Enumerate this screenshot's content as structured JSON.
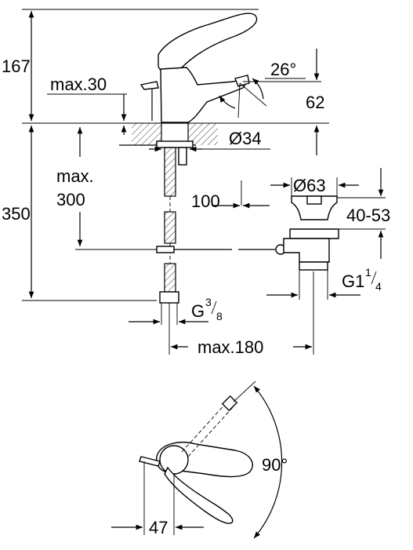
{
  "dimensions": {
    "height_top": "167",
    "max_30": "max.30",
    "angle_26": "26°",
    "height_62": "62",
    "dia_34": "Ø34",
    "max_label": "max.",
    "max_300": "300",
    "height_350": "350",
    "len_100": "100",
    "dia_63": "Ø63",
    "range_40_53": "40-53",
    "g1_main": "G1",
    "g1_num": "1",
    "g1_den": "4",
    "g38_main": "G",
    "g38_num": "3",
    "g38_den": "8",
    "max_180": "max.180",
    "angle_90": "90°",
    "width_47": "47"
  }
}
